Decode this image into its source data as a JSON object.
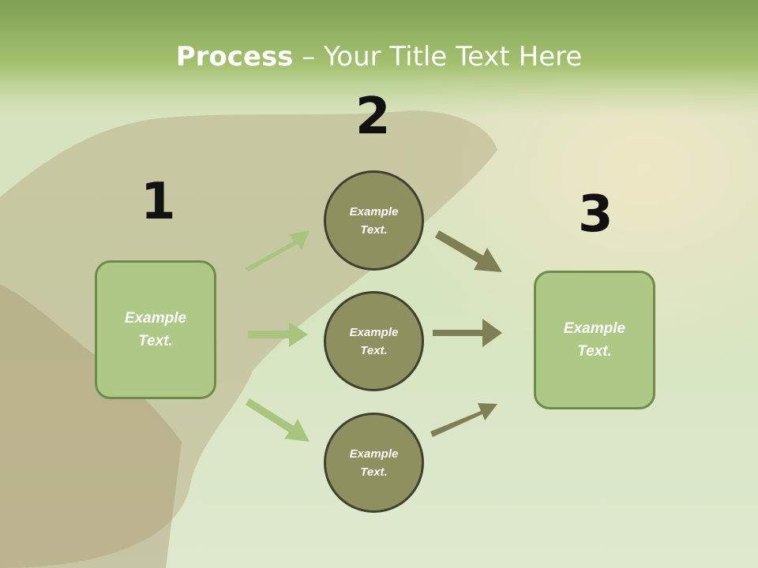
{
  "slide": {
    "title_bold": "Process",
    "title_rest": " – Your Title Text Here"
  },
  "steps": {
    "n1": "1",
    "n2": "2",
    "n3": "3"
  },
  "left_box": {
    "text": "Example Text."
  },
  "circles": [
    {
      "text": "Example Text."
    },
    {
      "text": "Example Text."
    },
    {
      "text": "Example Text."
    }
  ],
  "right_box": {
    "text": "Example Text."
  },
  "colors": {
    "banner": "#9dbb6c",
    "box_fill": "#aec885",
    "circle_fill": "#8f9060",
    "arrow_light": "#a9c47e",
    "arrow_dark": "#7f7e54"
  }
}
